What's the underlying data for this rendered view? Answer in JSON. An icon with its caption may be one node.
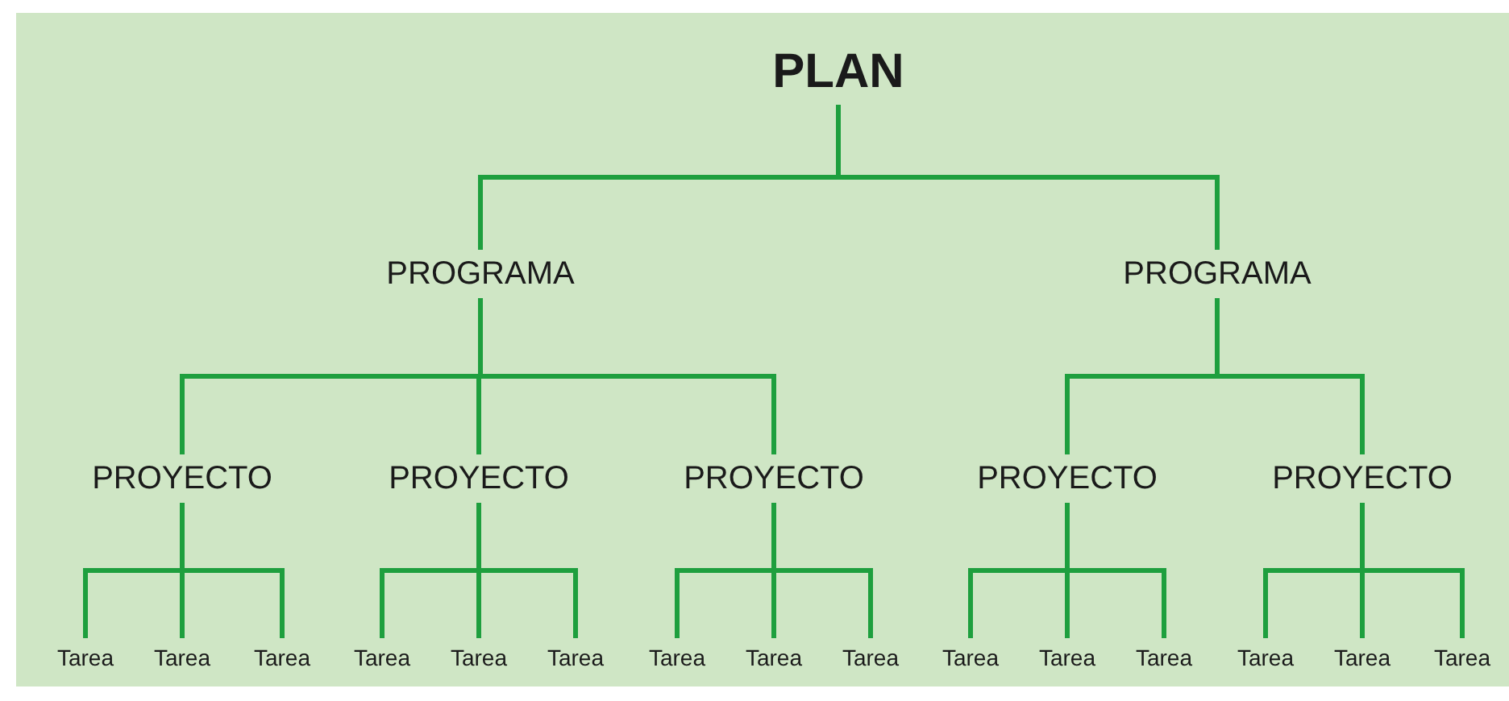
{
  "diagram": {
    "nodes": [
      {
        "text": [
          "PLAN"
        ]
      },
      {
        "text": [
          "PROGRAMA"
        ]
      },
      {
        "text": [
          "PROGRAMA"
        ]
      },
      {
        "text": [
          "PROYECTO"
        ]
      },
      {
        "text": [
          "PROYECTO"
        ]
      },
      {
        "text": [
          "PROYECTO"
        ]
      },
      {
        "text": [
          "PROYECTO"
        ]
      },
      {
        "text": [
          "PROYECTO"
        ]
      },
      {
        "text": [
          "Tarea"
        ]
      },
      {
        "text": [
          "Tarea"
        ]
      },
      {
        "text": [
          "Tarea"
        ]
      },
      {
        "text": [
          "Tarea"
        ]
      },
      {
        "text": [
          "Tarea"
        ]
      },
      {
        "text": [
          "Tarea"
        ]
      },
      {
        "text": [
          "Tarea"
        ]
      },
      {
        "text": [
          "Tarea"
        ]
      },
      {
        "text": [
          "Tarea"
        ]
      },
      {
        "text": [
          "Tarea"
        ]
      },
      {
        "text": [
          "Tarea"
        ]
      },
      {
        "text": [
          "Tarea"
        ]
      },
      {
        "text": [
          "Tarea"
        ]
      },
      {
        "text": [
          "Tarea"
        ]
      },
      {
        "text": [
          "Tarea"
        ]
      }
    ],
    "edges": [
      {
        "from": 0,
        "to": 1,
        "arrow": "none"
      },
      {
        "from": 0,
        "to": 2,
        "arrow": "none"
      },
      {
        "from": 1,
        "to": 3,
        "arrow": "none"
      },
      {
        "from": 1,
        "to": 4,
        "arrow": "none"
      },
      {
        "from": 1,
        "to": 5,
        "arrow": "none"
      },
      {
        "from": 2,
        "to": 6,
        "arrow": "none"
      },
      {
        "from": 2,
        "to": 7,
        "arrow": "none"
      },
      {
        "from": 3,
        "to": 8,
        "arrow": "none"
      },
      {
        "from": 3,
        "to": 9,
        "arrow": "none"
      },
      {
        "from": 3,
        "to": 10,
        "arrow": "none"
      },
      {
        "from": 4,
        "to": 11,
        "arrow": "none"
      },
      {
        "from": 4,
        "to": 12,
        "arrow": "none"
      },
      {
        "from": 4,
        "to": 13,
        "arrow": "none"
      },
      {
        "from": 5,
        "to": 14,
        "arrow": "none"
      },
      {
        "from": 5,
        "to": 15,
        "arrow": "none"
      },
      {
        "from": 5,
        "to": 16,
        "arrow": "none"
      },
      {
        "from": 6,
        "to": 17,
        "arrow": "none"
      },
      {
        "from": 6,
        "to": 18,
        "arrow": "none"
      },
      {
        "from": 6,
        "to": 19,
        "arrow": "none"
      },
      {
        "from": 7,
        "to": 20,
        "arrow": "none"
      },
      {
        "from": 7,
        "to": 21,
        "arrow": "none"
      },
      {
        "from": 7,
        "to": 22,
        "arrow": "none"
      }
    ]
  }
}
